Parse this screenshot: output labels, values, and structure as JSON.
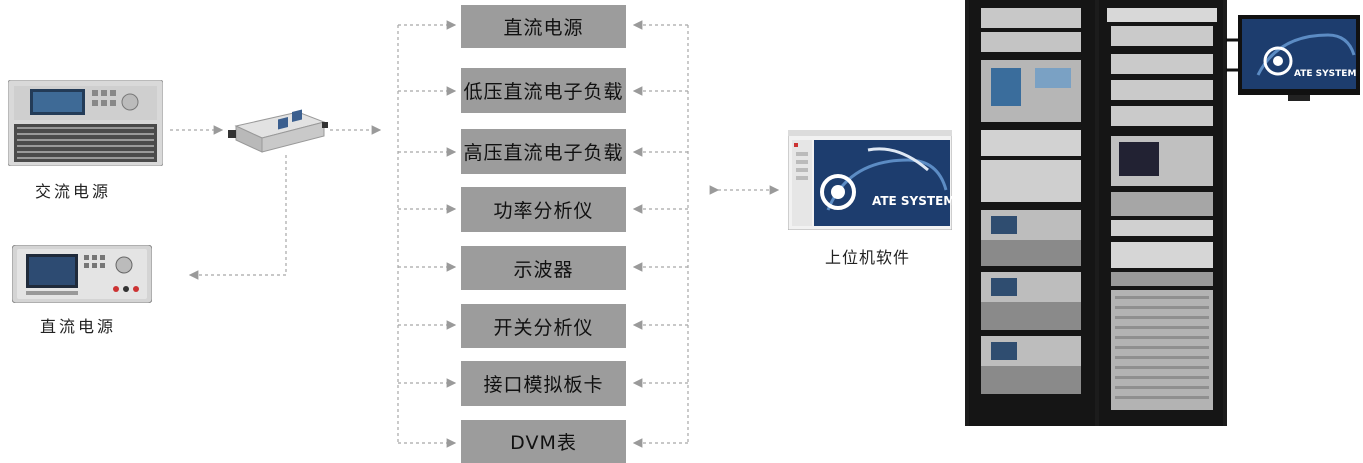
{
  "modules": [
    {
      "label": "直流电源"
    },
    {
      "label": "低压直流电子负载"
    },
    {
      "label": "高压直流电子负载"
    },
    {
      "label": "功率分析仪"
    },
    {
      "label": "示波器"
    },
    {
      "label": "开关分析仪"
    },
    {
      "label": "接口模拟板卡"
    },
    {
      "label": "DVM表"
    }
  ],
  "captions": {
    "ac_source": "交流电源",
    "dc_source": "直流电源",
    "software": "上位机软件"
  },
  "software_splash": "ATE SYSTEM",
  "monitor_splash": "ATE SYSTEM",
  "colors": {
    "module_box": "#9c9c9c",
    "arrow": "#a8a8a8",
    "rack": "#1c1c1c"
  }
}
